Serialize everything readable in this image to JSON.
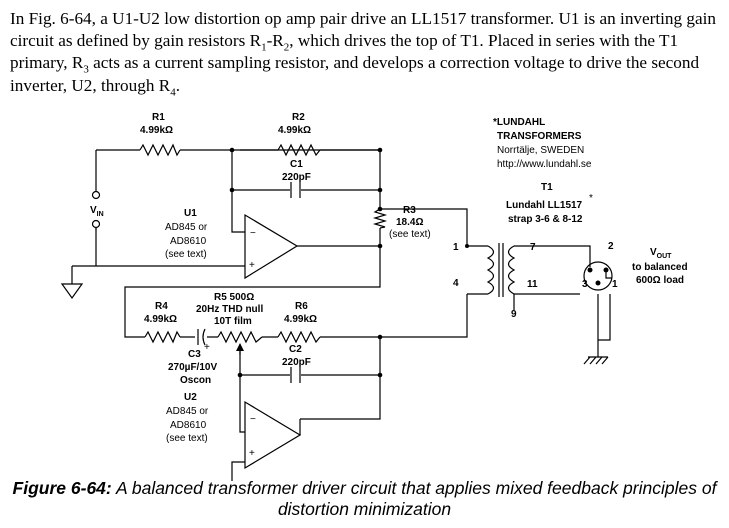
{
  "intro": {
    "seg1": "In Fig. 6-64, a U1-U2 low distortion op amp pair drive an LL1517 transformer. U1 is an inverting gain circuit as defined by gain resistors R",
    "sub1": "1",
    "seg2": "-R",
    "sub2": "2",
    "seg3": ", which drives the top of T1. Placed in series with the T1 primary, R",
    "sub3": "3",
    "seg4": " acts as a current sampling resistor, and develops a correction voltage to drive the second inverter, U2, through R",
    "sub4": "4",
    "seg5": "."
  },
  "circuit": {
    "r1_name": "R1",
    "r1_value": "4.99kΩ",
    "r2_name": "R2",
    "r2_value": "4.99kΩ",
    "c1_name": "C1",
    "c1_value": "220pF",
    "r3_name": "R3",
    "r3_value": "18.4Ω",
    "r3_note": "(see text)",
    "vin_main": "V",
    "vin_sub": "IN",
    "u1_name": "U1",
    "u1_part": "AD845 or",
    "u1_alt": "AD8610",
    "u1_note": "(see text)",
    "r4_name": "R4",
    "r4_value": "4.99kΩ",
    "r5_label": "R5 500Ω",
    "r5_desc": "20Hz THD null",
    "r5_type": "10T film",
    "r6_name": "R6",
    "r6_value": "4.99kΩ",
    "c2_name": "C2",
    "c2_value": "220pF",
    "c3_name": "C3",
    "c3_value": "270µF/10V",
    "c3_type": "Oscon",
    "u2_name": "U2",
    "u2_part": "AD845 or",
    "u2_alt": "AD8610",
    "u2_note": "(see text)",
    "vendor_1": "*LUNDAHL",
    "vendor_2": "TRANSFORMERS",
    "vendor_3": "Norrtälje, SWEDEN",
    "vendor_4": "http://www.lundahl.se",
    "t1_name": "T1",
    "t1_part": "Lundahl LL1517",
    "t1_star": "*",
    "t1_strap": "strap 3-6 & 8-12",
    "pin_1": "1",
    "pin_4": "4",
    "pin_7": "7",
    "pin_11": "11",
    "pin_9": "9",
    "xlr_2": "2",
    "xlr_3": "3",
    "xlr_1": "1",
    "vout_main": "V",
    "vout_sub": "OUT",
    "vout_line2": "to balanced",
    "vout_line3": "600Ω load",
    "op_minus": "−",
    "op_plus": "+",
    "cap_plus": "+"
  },
  "caption": {
    "label": "Figure 6-64:",
    "text": " A balanced transformer driver circuit that applies mixed feedback principles of distortion minimization"
  }
}
